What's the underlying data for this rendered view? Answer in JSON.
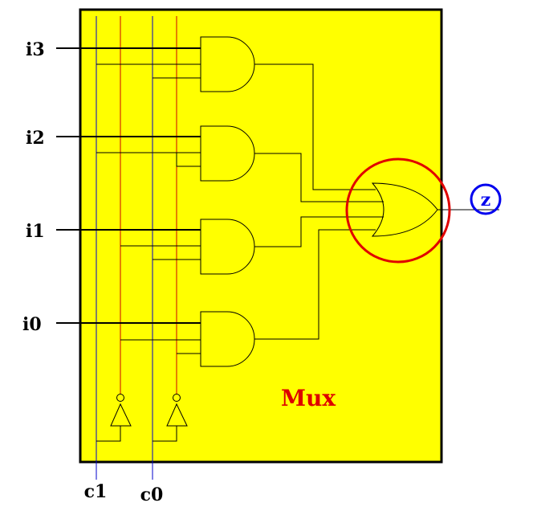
{
  "inputs": [
    "i3",
    "i2",
    "i1",
    "i0"
  ],
  "selects": [
    "c1",
    "c0"
  ],
  "output": "z",
  "title": "Mux",
  "colors": {
    "box_fill": "#ffff00",
    "box_stroke": "#000000",
    "blue_wire": "#0000cc",
    "red_wire": "#cc0000",
    "title": "#dd0000",
    "highlight_circle": "#e00000",
    "output_circle": "#0000ee",
    "output_text": "#0000ee"
  }
}
